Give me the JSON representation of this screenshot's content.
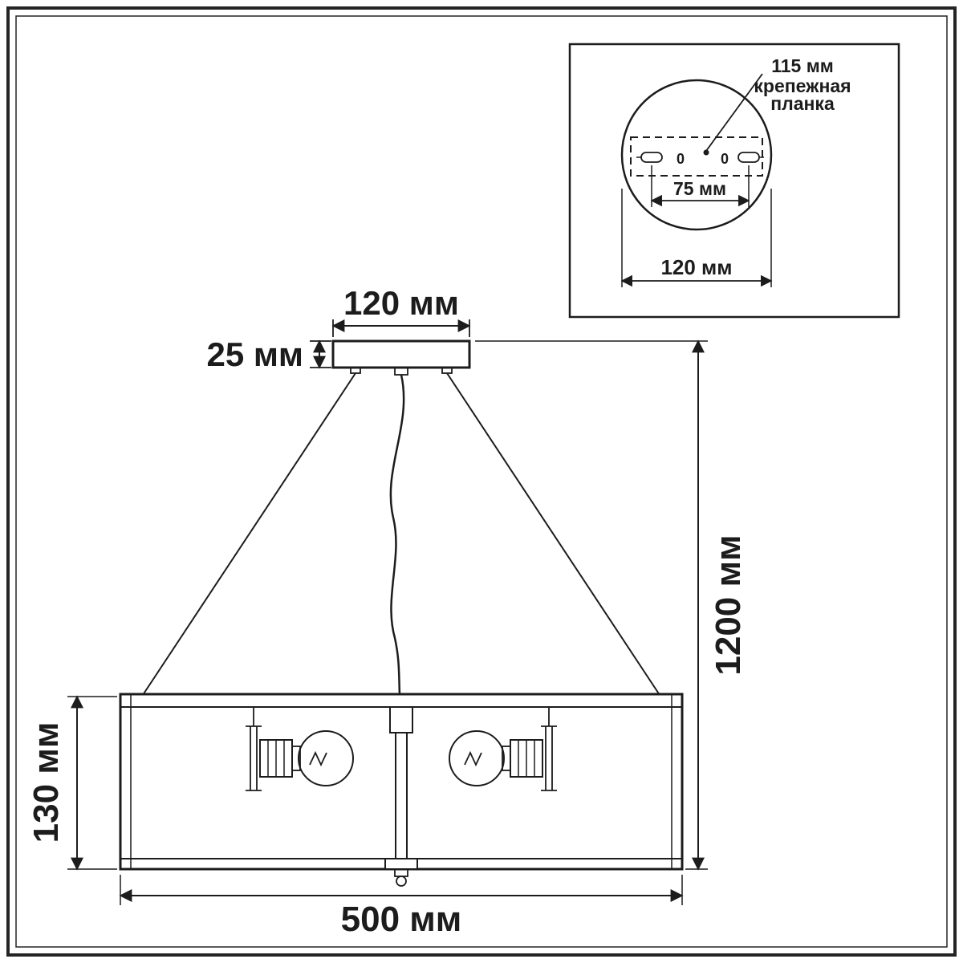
{
  "main": {
    "dim_canopy_width": "120 мм",
    "dim_canopy_height": "25 мм",
    "dim_total_height": "1200 мм",
    "dim_shade_height": "130 мм",
    "dim_shade_width": "500 мм"
  },
  "inset": {
    "dim_plate_width": "115 мм",
    "plate_label_line1": "крепежная",
    "plate_label_line2": "планка",
    "dim_hole_spacing": "75 мм",
    "dim_base_diameter": "120 мм",
    "hole_mark_left": "0",
    "hole_mark_right": "0"
  },
  "colors": {
    "line": "#1c1c1c",
    "background": "#ffffff"
  }
}
